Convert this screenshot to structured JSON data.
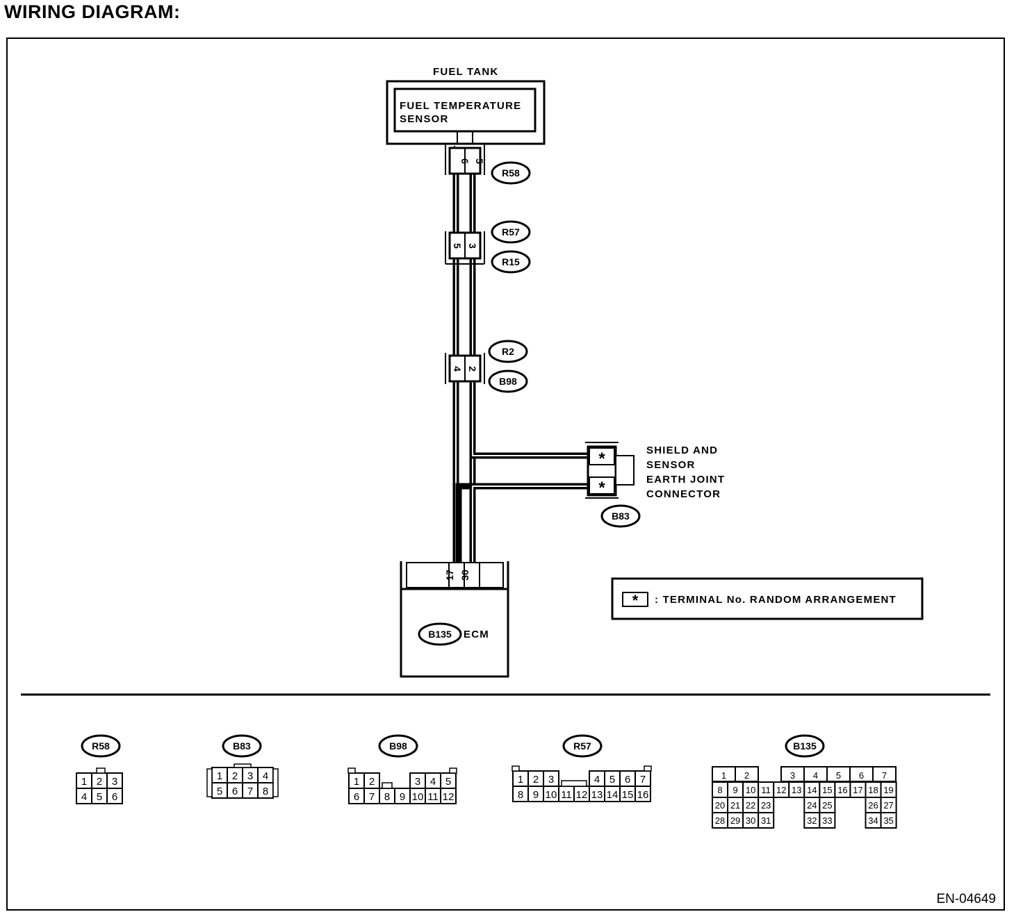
{
  "title": "WIRING DIAGRAM:",
  "figure_id": "EN-04649",
  "fuel_tank_label": "FUEL TANK",
  "sensor_label": [
    "FUEL TEMPERATURE",
    "SENSOR"
  ],
  "ecm_label": "ECM",
  "joint_connector_label": [
    "SHIELD AND",
    "SENSOR",
    "EARTH JOINT",
    "CONNECTOR"
  ],
  "legend": {
    "symbol": "*",
    "text": ": TERMINAL No. RANDOM ARRANGEMENT"
  },
  "connector_tags": {
    "r58": "R58",
    "r57": "R57",
    "r15": "R15",
    "r2": "R2",
    "b98": "B98",
    "b83": "B83",
    "b135": "B135"
  },
  "wire_pins": {
    "r58": [
      "6",
      "5"
    ],
    "r57": [
      "5",
      "3"
    ],
    "r2": [
      "4",
      "2"
    ],
    "ecm": [
      "17",
      "30"
    ],
    "b83": [
      "*",
      "*"
    ]
  },
  "connector_faces": [
    {
      "tag": "R58",
      "rows": [
        [
          "1",
          "2",
          "3"
        ],
        [
          "4",
          "5",
          "6"
        ]
      ]
    },
    {
      "tag": "B83",
      "rows": [
        [
          "1",
          "2",
          "3",
          "4"
        ],
        [
          "5",
          "6",
          "7",
          "8"
        ]
      ]
    },
    {
      "tag": "B98",
      "rows": [
        [
          "1",
          "2",
          "",
          "3",
          "4",
          "5"
        ],
        [
          "6",
          "7",
          "8",
          "9",
          "10",
          "11",
          "12"
        ]
      ]
    },
    {
      "tag": "R57",
      "rows": [
        [
          "1",
          "2",
          "3",
          "",
          "4",
          "5",
          "6",
          "7"
        ],
        [
          "8",
          "9",
          "10",
          "11",
          "12",
          "13",
          "14",
          "15",
          "16"
        ]
      ]
    },
    {
      "tag": "B135",
      "rows": [
        [
          "1",
          "2",
          "3",
          "4",
          "5",
          "6",
          "7"
        ],
        [
          "8",
          "9",
          "10",
          "11",
          "12",
          "13",
          "14",
          "15",
          "16",
          "17",
          "18",
          "19"
        ],
        [
          "20",
          "21",
          "22",
          "23",
          "24",
          "25",
          "26",
          "27"
        ],
        [
          "28",
          "29",
          "30",
          "31",
          "32",
          "33",
          "34",
          "35"
        ]
      ]
    }
  ]
}
